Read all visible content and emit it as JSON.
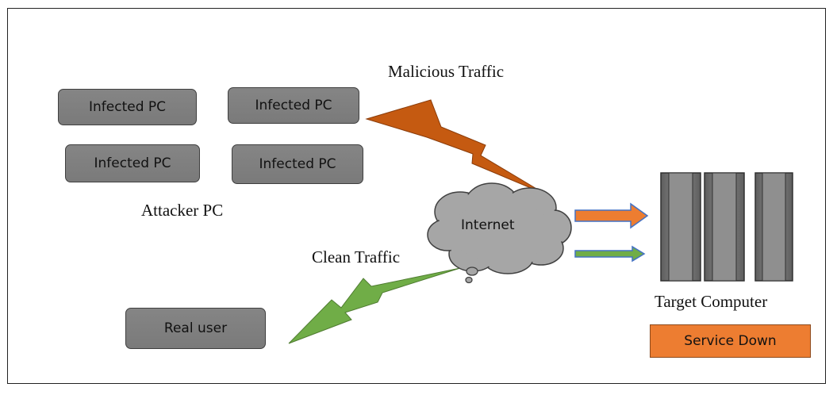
{
  "labels": {
    "malicious_traffic": "Malicious Traffic",
    "clean_traffic": "Clean Traffic",
    "attacker_pc": "Attacker PC",
    "target_computer": "Target Computer",
    "internet": "Internet",
    "real_user": "Real user",
    "service_down": "Service Down"
  },
  "infected_pcs": [
    "Infected PC",
    "Infected PC",
    "Infected PC",
    "Infected PC"
  ],
  "colors": {
    "malicious": "#c55a11",
    "clean": "#70ad47",
    "service_down": "#ed7d31",
    "node_fill": "#7f7f7f",
    "arrow_orange": "#ed7d31",
    "arrow_green": "#70ad47",
    "arrow_outline": "#4472c4"
  }
}
